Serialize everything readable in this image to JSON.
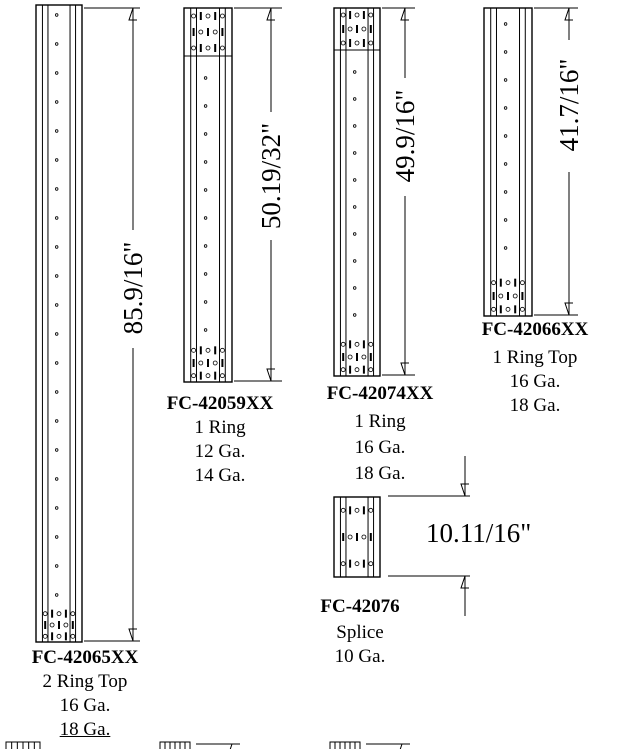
{
  "parts": [
    {
      "code": "FC-42065XX",
      "lines": [
        "2 Ring Top",
        "16 Ga.",
        "18 Ga."
      ],
      "dimension": "85.9/16\""
    },
    {
      "code": "FC-42059XX",
      "lines": [
        "1 Ring",
        "12 Ga.",
        "14 Ga."
      ],
      "dimension": "50.19/32\""
    },
    {
      "code": "FC-42074XX",
      "lines": [
        "1 Ring",
        "16 Ga.",
        "18 Ga."
      ],
      "dimension": "49.9/16\""
    },
    {
      "code": "FC-42066XX",
      "lines": [
        "1 Ring Top",
        "16 Ga.",
        "18 Ga."
      ],
      "dimension": "41.7/16\""
    },
    {
      "code": "FC-42076",
      "lines": [
        "Splice",
        "10 Ga."
      ],
      "dimension": "10.11/16\""
    }
  ],
  "colors": {
    "line": "#000000",
    "background": "#ffffff"
  }
}
